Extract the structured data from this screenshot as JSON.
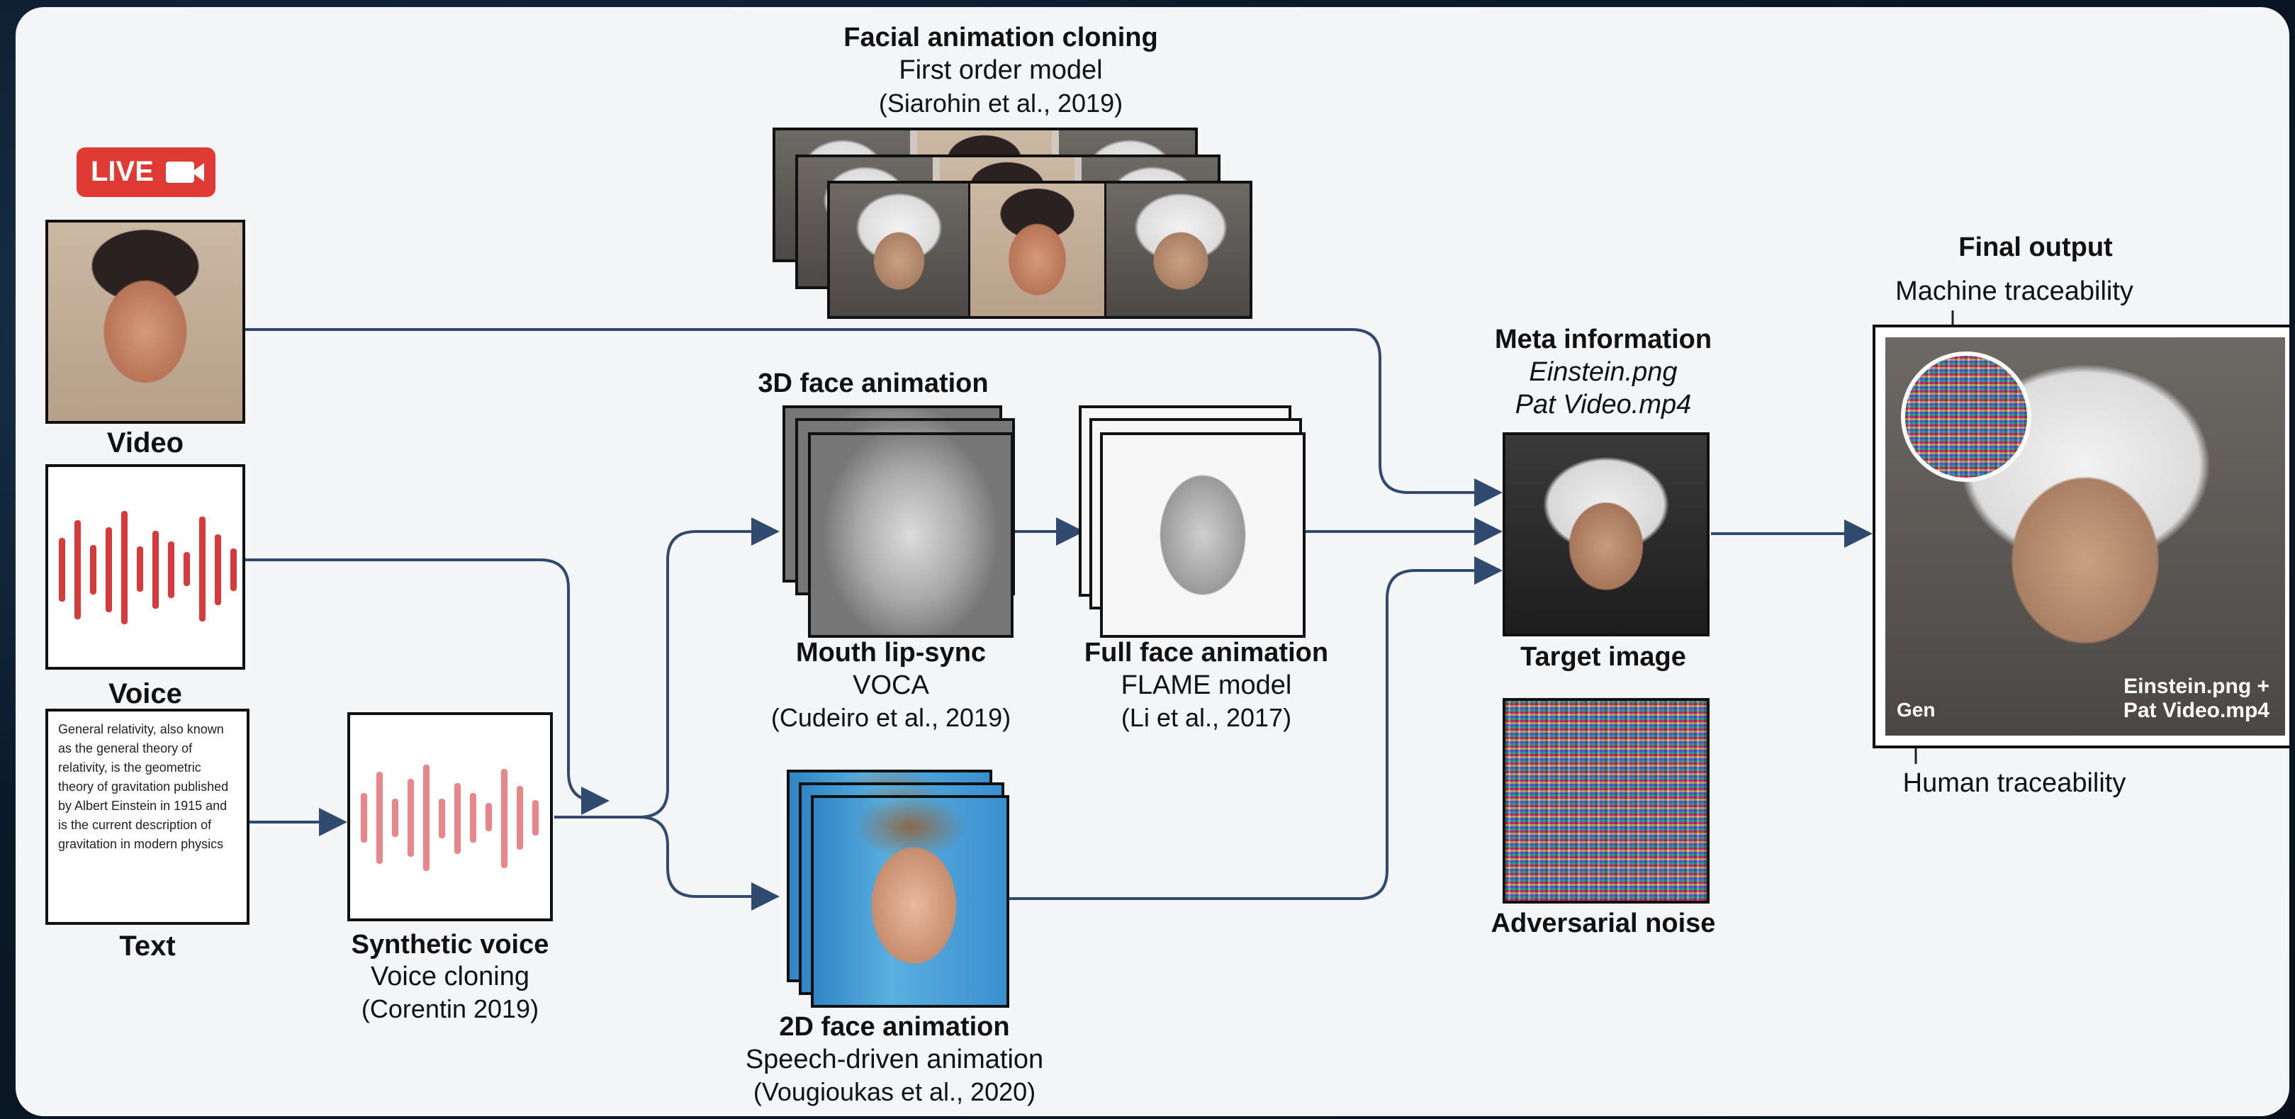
{
  "live_badge": "LIVE",
  "inputs": {
    "video": "Video",
    "voice": "Voice",
    "text": "Text",
    "text_body": "General relativity, also known as the general theory of relativity, is the geometric theory of gravitation published by Albert Einstein in 1915 and is the current description of gravitation in modern physics"
  },
  "facial_cloning": {
    "title": "Facial animation cloning",
    "subtitle": "First order model",
    "citation": "(Siarohin et al., 2019)"
  },
  "synthetic_voice": {
    "title": "Synthetic voice",
    "subtitle": "Voice cloning",
    "citation": "(Corentin 2019)"
  },
  "face3d": {
    "heading": "3D face animation",
    "mouth_title": "Mouth lip-sync",
    "mouth_subtitle": "VOCA",
    "mouth_citation": "(Cudeiro et al., 2019)",
    "full_title": "Full face animation",
    "full_subtitle": "FLAME model",
    "full_citation": "(Li et al., 2017)"
  },
  "face2d": {
    "title": "2D face animation",
    "subtitle": "Speech-driven animation",
    "citation": "(Vougioukas et al., 2020)"
  },
  "meta": {
    "title": "Meta information",
    "file1": "Einstein.png",
    "file2": "Pat Video.mp4",
    "target": "Target image",
    "noise": "Adversarial noise"
  },
  "final": {
    "title": "Final output",
    "machine": "Machine traceability",
    "human": "Human traceability",
    "gen_tag": "Gen",
    "caption_line1": "Einstein.png +",
    "caption_line2": "Pat Video.mp4"
  },
  "colors": {
    "arrow": "#2f4a6e",
    "live_red": "#e03a35",
    "voice_red": "#d63a3a",
    "synth_pink": "#e8868a"
  }
}
